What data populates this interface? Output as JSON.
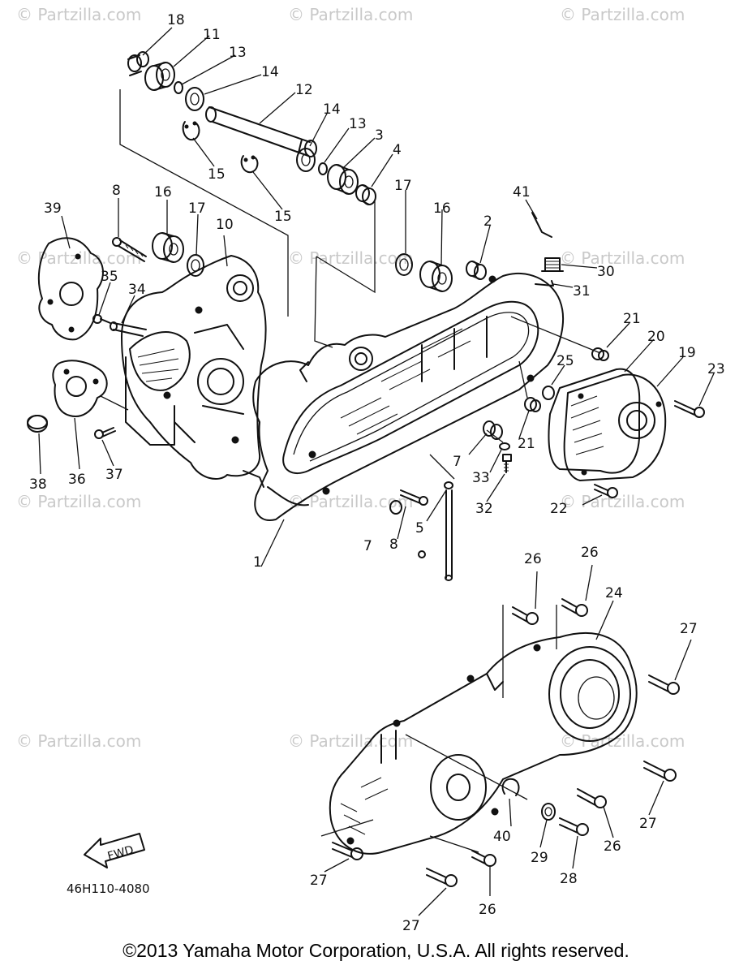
{
  "watermark": "© Partzilla.com",
  "part_numbers": {
    "p1": "1",
    "p2": "2",
    "p3": "3",
    "p4": "4",
    "p5": "5",
    "p7": "7",
    "p8": "8",
    "p10": "10",
    "p11": "11",
    "p12": "12",
    "p13": "13",
    "p14": "14",
    "p15": "15",
    "p16": "16",
    "p17": "17",
    "p18": "18",
    "p19": "19",
    "p20": "20",
    "p21": "21",
    "p22": "22",
    "p23": "23",
    "p24": "24",
    "p25": "25",
    "p26": "26",
    "p27": "27",
    "p28": "28",
    "p29": "29",
    "p30": "30",
    "p31": "31",
    "p32": "32",
    "p33": "33",
    "p34": "34",
    "p35": "35",
    "p36": "36",
    "p37": "37",
    "p38": "38",
    "p39": "39",
    "p40": "40",
    "p41": "41"
  },
  "fwd_label": "FWD",
  "diagram_code": "46H110-4080",
  "copyright": "©2013  Yamaha Motor Corporation, U.S.A. All rights reserved."
}
